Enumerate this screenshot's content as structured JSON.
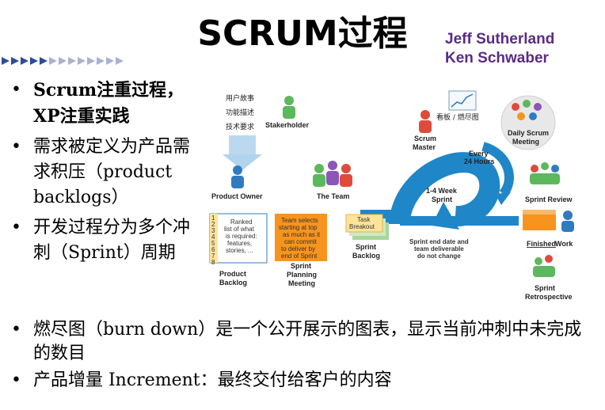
{
  "title": "SCRUM过程",
  "authors": [
    "Jeff Sutherland",
    "Ken Schwaber"
  ],
  "left_bullets": [
    "Scrum注重过程，XP注重实践",
    "需求被定义为产品需求积压（product backlogs）",
    "开发过程分为多个冲刺（Sprint）周期"
  ],
  "bottom_bullets": [
    "燃尽图（burn down）是一个公开展示的图表，显示当前冲刺中未完成的数目",
    "产品增量 Increment：最终交付给客户的内容"
  ],
  "diagram": {
    "user_input": [
      "用户故事",
      "功能描述",
      "技术要求"
    ],
    "stakeholder": "Stakerholder",
    "product_owner": "Product Owner",
    "the_team": "The Team",
    "scrum_master": [
      "Scrum",
      "Master"
    ],
    "board_label": "看板 / 燃尽图",
    "daily_meeting": [
      "Daily Scrum",
      "Meeting"
    ],
    "every_24": [
      "Every",
      "24 Hours"
    ],
    "sprint_length": [
      "1-4 Week",
      "Sprint"
    ],
    "sprint_review": "Sprint Review",
    "finished_work": [
      "Finished",
      " Work"
    ],
    "sprint_retro": [
      "Sprint",
      "Retrospective"
    ],
    "product_backlog": [
      "Product",
      "Backlog"
    ],
    "backlog_note": [
      "Ranked",
      "list of what",
      "is required:",
      "features,",
      "stories, ..."
    ],
    "backlog_numbers": [
      "1",
      "2",
      "3",
      "4",
      "5",
      "6",
      "7",
      "8"
    ],
    "planning_note": [
      "Team selects",
      "starting at top",
      "as much as it",
      "can commit",
      "to deliver by",
      "end of Sprint"
    ],
    "planning_meeting": [
      "Sprint",
      "Planning",
      "Meeting"
    ],
    "task_breakout": [
      "Task",
      "Breakout"
    ],
    "sprint_backlog": [
      "Sprint",
      "Backlog"
    ],
    "sprint_end_note": [
      "Sprint end date and",
      "team deliverable",
      "do not change"
    ]
  },
  "colors": {
    "author": "#5b2a86",
    "cycle_blue": "#1f86c8",
    "arrow_orange": "#f7941d",
    "backlog_blue": "#2f7bbf"
  }
}
